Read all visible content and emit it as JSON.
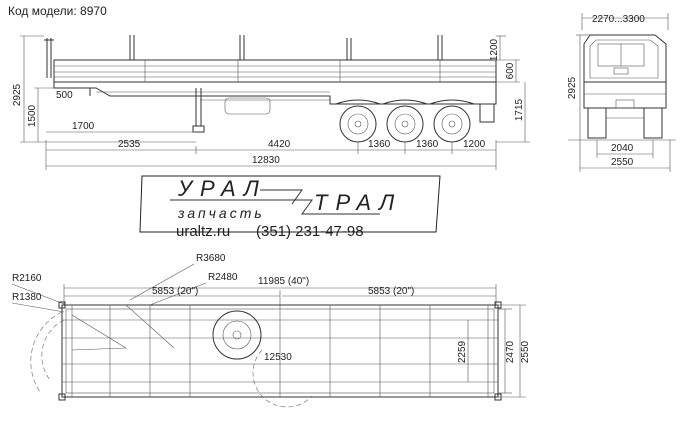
{
  "header": {
    "model_label": "Код модели: 8970"
  },
  "logo": {
    "word_top": "УРАЛ",
    "word_top2": "ТРАЛ",
    "subtitle": "запчасть",
    "website": "uraltz.ru",
    "phone": "(351) 231-47-98"
  },
  "side_view": {
    "dims": {
      "overall_height": "2925",
      "frame_height": "1500",
      "kingpin_offset": "500",
      "stake_height": "1200",
      "side_height": "600",
      "deck_height": "1715",
      "landing_gear": "1700",
      "front_to_gear": "2535",
      "gear_to_axle": "4420",
      "axle_spacing_1": "1360",
      "axle_spacing_2": "1360",
      "rear_overhang": "1200",
      "overall_length": "12830"
    }
  },
  "rear_view": {
    "dims": {
      "inner_width": "2270...3300",
      "overall_height": "2925",
      "track": "2040",
      "overall_width": "2550"
    }
  },
  "top_view": {
    "dims": {
      "r1": "R2160",
      "r2": "R1380",
      "r3": "R3680",
      "r4": "R2480",
      "container_front": "5853 (20\")",
      "container_40": "11985 (40\")",
      "container_rear": "5853 (20\")",
      "turning": "12530",
      "inner_width": "2259",
      "frame_width": "2470",
      "overall_width": "2550"
    }
  }
}
